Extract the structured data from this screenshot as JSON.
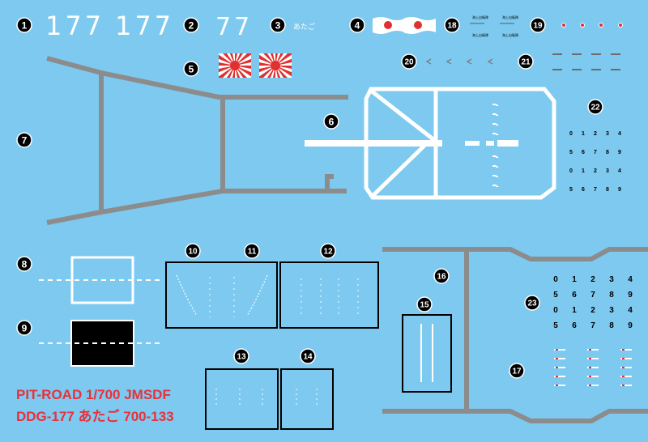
{
  "markers": [
    "1",
    "2",
    "3",
    "4",
    "5",
    "6",
    "7",
    "8",
    "9",
    "10",
    "11",
    "12",
    "13",
    "14",
    "15",
    "16",
    "17",
    "18",
    "19",
    "20",
    "21",
    "22",
    "23"
  ],
  "hull_number_large": "177",
  "hull_number_medium": "77",
  "ship_name_small": "あたご",
  "placard_text": "海上自衛隊",
  "digits_row_a": [
    "0",
    "1",
    "2",
    "3",
    "4"
  ],
  "digits_row_b": [
    "5",
    "6",
    "7",
    "8",
    "9"
  ],
  "credits": {
    "line1": "PIT-ROAD 1/700 JMSDF",
    "line2": "DDG-177 あたご 700-133"
  },
  "colors": {
    "background": "#7dc9ef",
    "grey_stripe": "#8c8c8c",
    "credit_red": "#e8313c",
    "flag_red": "#e03030"
  }
}
